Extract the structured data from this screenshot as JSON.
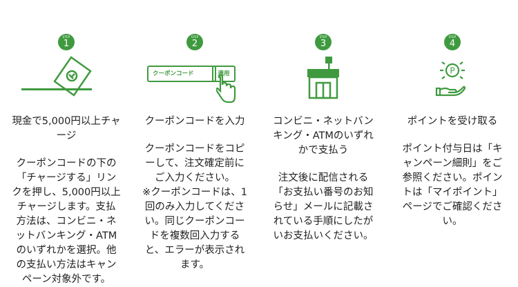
{
  "colors": {
    "accent": "#3f9a3f"
  },
  "steps": [
    {
      "step_label": "STEP",
      "number": "1",
      "icon": "cash-card-insert-icon",
      "title": [
        "現金で5,000円以上チャ",
        "ージ"
      ],
      "body": [
        "クーポンコードの下の",
        "「チャージする」リン",
        "クを押し、5,000円以上",
        "チャージします。支払",
        "方法は、コンビニ・ネ",
        "ットバンキング・ATM",
        "のいずれかを選択。他",
        "の支払い方法はキャン",
        "ペーン対象外です。"
      ]
    },
    {
      "step_label": "STEP",
      "number": "2",
      "icon": "coupon-input-icon",
      "icon_field_text": "クーポンコード",
      "icon_button_text": "適用",
      "title": [
        "クーポンコードを入力"
      ],
      "body": [
        "クーポンコードをコピ",
        "ーして、注文確定前に",
        "ご入力ください。",
        "※クーポンコードは、1",
        "回のみ入力してくださ",
        "い。同じクーポンコー",
        "ドを複数回入力する",
        "と、エラーが表示され",
        "ます。"
      ]
    },
    {
      "step_label": "STEP",
      "number": "3",
      "icon": "convenience-store-icon",
      "title": [
        "コンビニ・ネットバン",
        "キング・ATMのいずれ",
        "かで支払う"
      ],
      "body": [
        "注文後に配信される",
        "「お支払い番号のお知",
        "らせ」メールに記載さ",
        "れている手順にしたが",
        "いお支払いください。"
      ]
    },
    {
      "step_label": "STEP",
      "number": "4",
      "icon": "receive-points-icon",
      "icon_point_text": "P",
      "title": [
        "ポイントを受け取る"
      ],
      "body": [
        "ポイント付与日は「キ",
        "ャンペーン細則」をご",
        "参照ください。ポイン",
        "トは「マイポイント」",
        "ページでご確認くださ",
        "い。"
      ]
    }
  ]
}
